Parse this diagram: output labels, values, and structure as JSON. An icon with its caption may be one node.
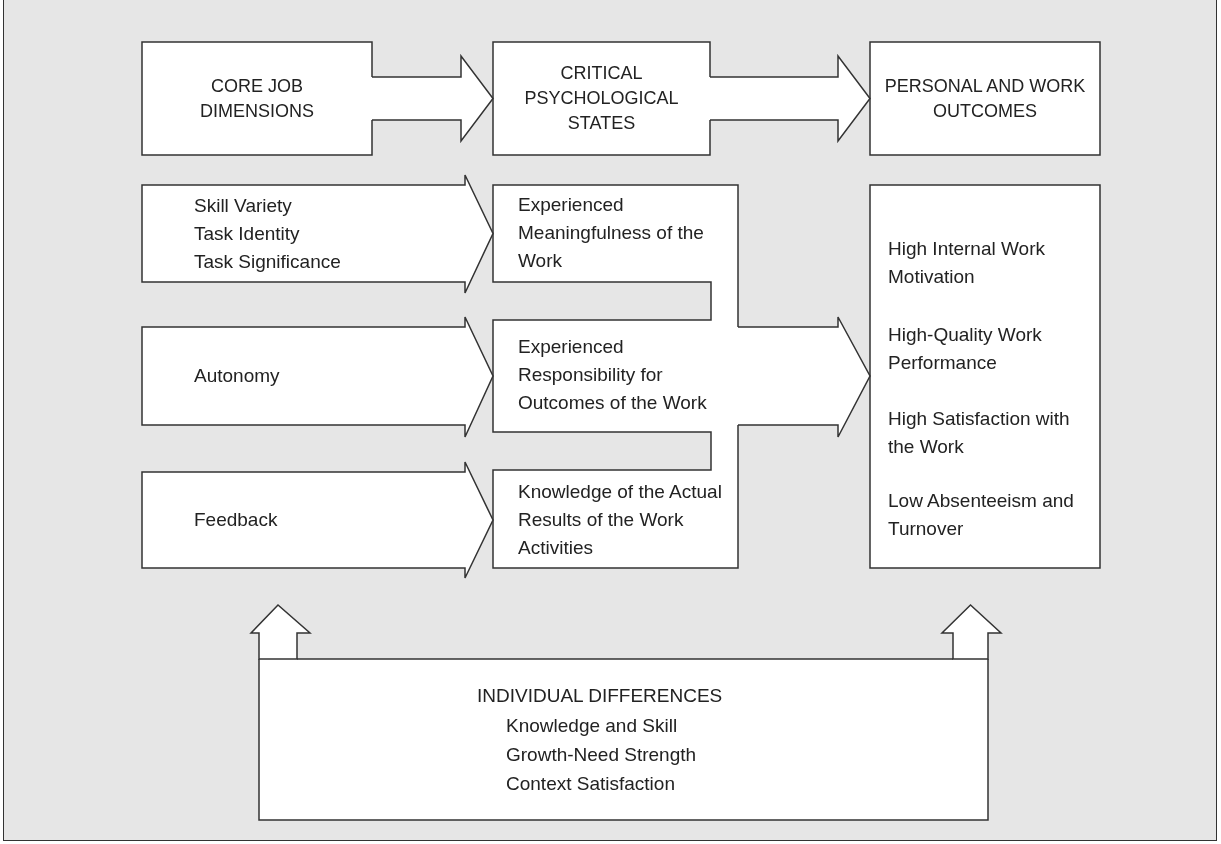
{
  "diagram": {
    "nodes": [
      {
        "text": [
          "CORE JOB DIMENSIONS"
        ]
      },
      {
        "text": [
          "CRITICAL PSYCHOLOGICAL STATES"
        ]
      },
      {
        "text": [
          "PERSONAL AND WORK OUTCOMES"
        ]
      },
      {
        "text": [
          "Skill Variety",
          "Task Identity",
          "Task Significance"
        ]
      },
      {
        "text": [
          "Autonomy"
        ]
      },
      {
        "text": [
          "Feedback"
        ]
      },
      {
        "text": [
          "Experienced Meaningfulness of the Work",
          "Experienced Responsibility for Outcomes of the Work",
          "Knowledge of the Actual Results of the Work Activities"
        ]
      },
      {
        "text": [
          "High Internal Work Motivation",
          "High-Quality Work Performance",
          "High Satisfaction with the Work",
          "Low Absenteeism and Turnover"
        ]
      },
      {
        "text": [
          "INDIVIDUAL DIFFERENCES",
          "Knowledge and Skill",
          "Growth-Need Strength",
          "Context Satisfaction"
        ]
      }
    ],
    "edges": [
      {
        "from": 0,
        "to": 1,
        "arrow": "to"
      },
      {
        "from": 1,
        "to": 2,
        "arrow": "to"
      },
      {
        "from": 3,
        "to": 6,
        "arrow": "to"
      },
      {
        "from": 4,
        "to": 6,
        "arrow": "to"
      },
      {
        "from": 5,
        "to": 6,
        "arrow": "to"
      },
      {
        "from": 6,
        "to": 7,
        "arrow": "to"
      },
      {
        "from": 8,
        "to": null,
        "arrow": "to"
      },
      {
        "from": 8,
        "to": null,
        "arrow": "to"
      }
    ]
  }
}
